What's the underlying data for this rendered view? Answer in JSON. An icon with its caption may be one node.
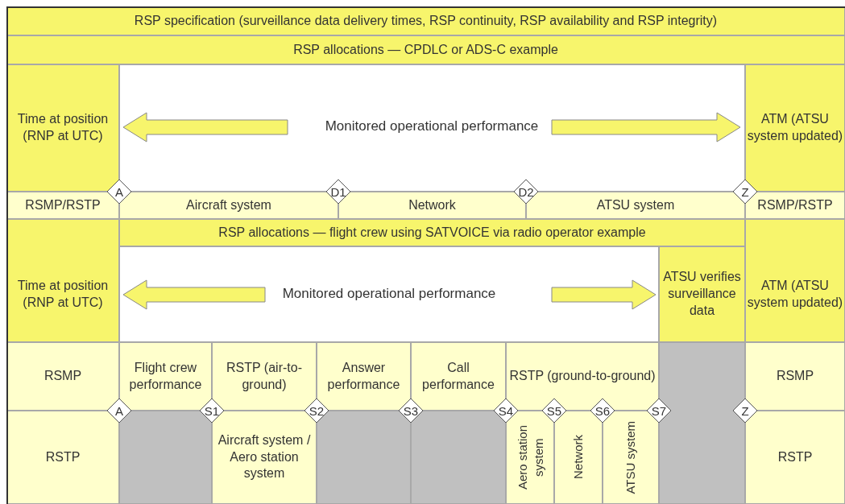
{
  "diagram": {
    "nodes": [
      {
        "text": [
          "RSP specification (surveillance data delivery times, RSP continuity, RSP availability and RSP integrity)"
        ]
      },
      {
        "text": [
          "RSP allocations — CPDLC or ADS-C example"
        ]
      },
      {
        "text": [
          "Time at position (RNP at UTC)"
        ]
      },
      {
        "text": [
          "ATM (ATSU system updated)"
        ]
      },
      {
        "text": [
          "RSMP/RSTP"
        ]
      },
      {
        "text": [
          "A"
        ]
      },
      {
        "text": [
          "Aircraft system"
        ]
      },
      {
        "text": [
          "D1"
        ]
      },
      {
        "text": [
          "Network"
        ]
      },
      {
        "text": [
          "D2"
        ]
      },
      {
        "text": [
          "ATSU system"
        ]
      },
      {
        "text": [
          "Z"
        ]
      },
      {
        "text": [
          "RSMP/RSTP"
        ]
      },
      {
        "text": [
          "RSP allocations — flight crew using SATVOICE via radio operator example"
        ]
      },
      {
        "text": [
          "Time at position (RNP at UTC)"
        ]
      },
      {
        "text": [
          "ATSU verifies surveillance data"
        ]
      },
      {
        "text": [
          "ATM (ATSU system updated)"
        ]
      },
      {
        "text": [
          "RSMP"
        ]
      },
      {
        "text": [
          "Flight crew performance"
        ]
      },
      {
        "text": [
          "RSTP (air-to-ground)"
        ]
      },
      {
        "text": [
          "Answer performance"
        ]
      },
      {
        "text": [
          "Call performance"
        ]
      },
      {
        "text": [
          "RSTP (ground-to-ground)"
        ]
      },
      {
        "text": [],
        "shape": "box"
      },
      {
        "text": [
          "RSMP"
        ]
      },
      {
        "text": [
          "A"
        ]
      },
      {
        "text": [
          "S1"
        ]
      },
      {
        "text": [
          "S2"
        ]
      },
      {
        "text": [
          "S3"
        ]
      },
      {
        "text": [
          "S4"
        ]
      },
      {
        "text": [
          "S5"
        ]
      },
      {
        "text": [
          "S6"
        ]
      },
      {
        "text": [
          "S7"
        ]
      },
      {
        "text": [
          "Z"
        ]
      },
      {
        "text": [
          "RSTP"
        ]
      },
      {
        "text": [],
        "shape": "box"
      },
      {
        "text": [
          "Aircraft system / Aero station system"
        ]
      },
      {
        "text": [],
        "shape": "box"
      },
      {
        "text": [],
        "shape": "box"
      },
      {
        "text": [
          "Aero station system"
        ]
      },
      {
        "text": [
          "Network"
        ]
      },
      {
        "text": [
          "ATSU system"
        ]
      },
      {
        "text": [
          "RSTP"
        ]
      }
    ],
    "labels": [
      "Monitored operational performance",
      "Monitored operational performance"
    ]
  }
}
